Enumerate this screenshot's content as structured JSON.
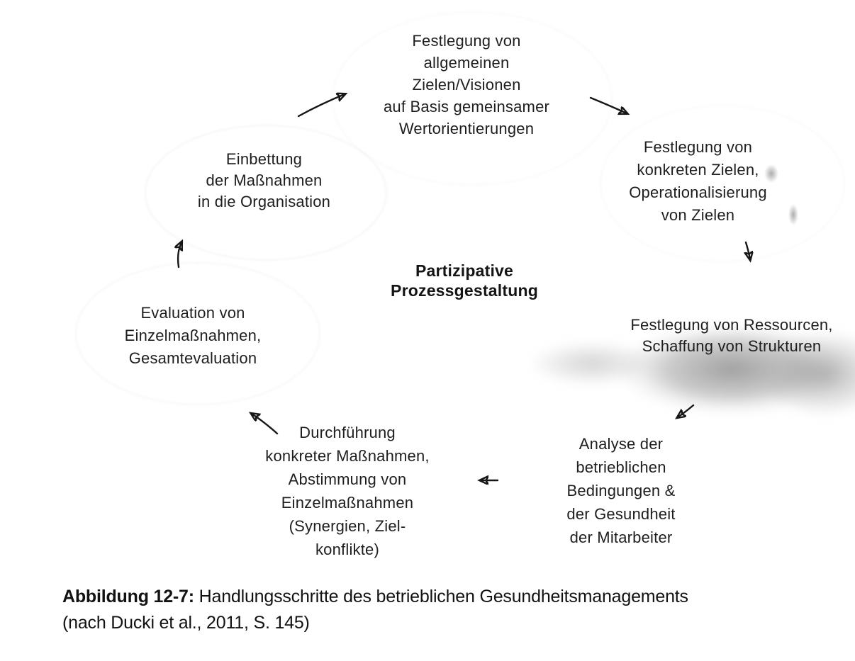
{
  "figure": {
    "center_label": {
      "lines": [
        "Partizipative",
        "Prozessgestaltung"
      ]
    },
    "nodes": [
      {
        "id": "allgemeine-ziele",
        "lines": [
          "Festlegung von",
          "allgemeinen",
          "Zielen/Visionen",
          "auf Basis gemeinsamer",
          "Wertorientierungen"
        ]
      },
      {
        "id": "konkrete-ziele",
        "lines": [
          "Festlegung von",
          "konkreten Zielen,",
          "Operationalisierung",
          "von Zielen"
        ]
      },
      {
        "id": "ressourcen-strukturen",
        "lines": [
          "Festlegung von Ressourcen,",
          "Schaffung von Strukturen"
        ]
      },
      {
        "id": "analyse",
        "lines": [
          "Analyse der",
          "betrieblichen",
          "Bedingungen &",
          "der Gesundheit",
          "der Mitarbeiter"
        ]
      },
      {
        "id": "durchfuehrung",
        "lines": [
          "Durchführung",
          "konkreter Maßnahmen,",
          "Abstimmung von",
          "Einzelmaßnahmen",
          "(Synergien, Ziel-",
          "konflikte)"
        ]
      },
      {
        "id": "evaluation",
        "lines": [
          "Evaluation von",
          "Einzelmaßnahmen,",
          "Gesamtevaluation"
        ]
      },
      {
        "id": "einbettung",
        "lines": [
          "Einbettung",
          "der Maßnahmen",
          "in die Organisation"
        ]
      }
    ],
    "caption": {
      "label": "Abbildung 12-7:",
      "title": "Handlungsschritte des betrieblichen Gesundheitsmanagements",
      "source": "(nach Ducki et al., 2011, S. 145)"
    },
    "colors": {
      "ink": "#1a1a1a",
      "background": "#ffffff",
      "smudge_gray": "#8a8a8a"
    }
  }
}
